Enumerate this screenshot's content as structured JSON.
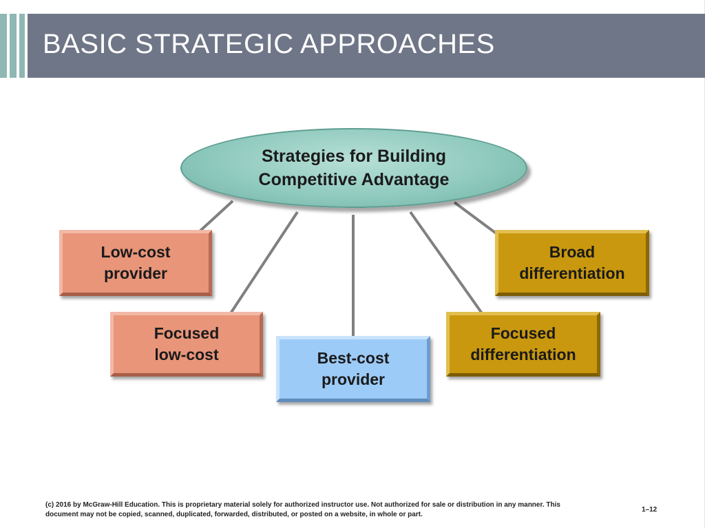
{
  "slide": {
    "title": "BASIC STRATEGIC APPROACHES",
    "center_node": "Strategies for Building\nCompetitive Advantage",
    "nodes": {
      "low_cost_provider": "Low-cost\nprovider",
      "focused_low_cost": "Focused\nlow-cost",
      "best_cost_provider": "Best-cost\nprovider",
      "focused_differentiation": "Focused\ndifferentiation",
      "broad_differentiation": "Broad\ndifferentiation"
    },
    "footer": "(c) 2016 by McGraw-Hill Education.  This is proprietary material solely for authorized instructor use. Not authorized for sale or distribution in any manner.  This document may not be copied, scanned, duplicated, forwarded, distributed, or posted on a website, in whole or part.",
    "page_number": "1–12"
  },
  "colors": {
    "title_bar": "#6f7687",
    "accent": "#8fb7b3",
    "center_node": "#8dc8bc",
    "low_cost_nodes": "#e8957a",
    "differentiation_nodes": "#c9980e",
    "best_cost_node": "#9ccbf7",
    "connector": "#808080"
  }
}
